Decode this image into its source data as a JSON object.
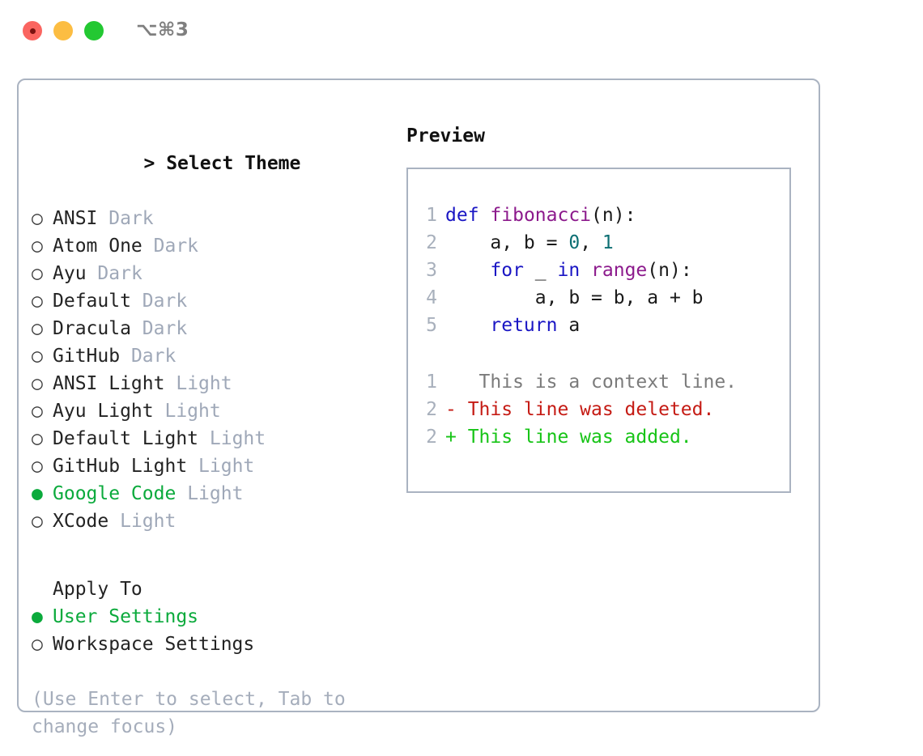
{
  "window": {
    "title": "⌥⌘3",
    "traffic_lights": [
      {
        "name": "close",
        "color": "#fa6560"
      },
      {
        "name": "minimize",
        "color": "#fcbd42"
      },
      {
        "name": "maximize",
        "color": "#23c832"
      }
    ]
  },
  "colors": {
    "panel_border": "#aab3c1",
    "selected_green": "#0baa3c",
    "muted": "#9fa8b8",
    "hint": "#a5adbb",
    "keyword": "#1a16c4",
    "function": "#8c1a8c",
    "number": "#0d6f73",
    "diff_context": "#7b7b7b",
    "diff_deleted": "#c51b14",
    "diff_added": "#17c417"
  },
  "theme_list": {
    "header": "> Select Theme",
    "header_caret": ">",
    "header_label": "Select Theme",
    "marker_selected": "●",
    "marker_unselected": "○",
    "items": [
      {
        "name": "ANSI",
        "type": "Dark",
        "selected": false
      },
      {
        "name": "Atom One",
        "type": "Dark",
        "selected": false
      },
      {
        "name": "Ayu",
        "type": "Dark",
        "selected": false
      },
      {
        "name": "Default",
        "type": "Dark",
        "selected": false
      },
      {
        "name": "Dracula",
        "type": "Dark",
        "selected": false
      },
      {
        "name": "GitHub",
        "type": "Dark",
        "selected": false
      },
      {
        "name": "ANSI Light",
        "type": "Light",
        "selected": false
      },
      {
        "name": "Ayu Light",
        "type": "Light",
        "selected": false
      },
      {
        "name": "Default Light",
        "type": "Light",
        "selected": false
      },
      {
        "name": "GitHub Light",
        "type": "Light",
        "selected": false
      },
      {
        "name": "Google Code",
        "type": "Light",
        "selected": true
      },
      {
        "name": "XCode",
        "type": "Light",
        "selected": false
      }
    ]
  },
  "apply_to": {
    "header": "Apply To",
    "items": [
      {
        "name": "User Settings",
        "selected": true
      },
      {
        "name": "Workspace Settings",
        "selected": false
      }
    ]
  },
  "hint": {
    "line1": "(Use Enter to select, Tab to",
    "line2": "change focus)"
  },
  "preview": {
    "title": "Preview",
    "code_lines": [
      {
        "num": "1",
        "tokens": [
          {
            "t": "def",
            "c": "kw"
          },
          {
            "t": " ",
            "c": "pl"
          },
          {
            "t": "fibonacci",
            "c": "fn"
          },
          {
            "t": "(n):",
            "c": "pl"
          }
        ]
      },
      {
        "num": "2",
        "tokens": [
          {
            "t": "    a, b = ",
            "c": "pl"
          },
          {
            "t": "0",
            "c": "num"
          },
          {
            "t": ", ",
            "c": "pl"
          },
          {
            "t": "1",
            "c": "num"
          }
        ]
      },
      {
        "num": "3",
        "tokens": [
          {
            "t": "    ",
            "c": "pl"
          },
          {
            "t": "for",
            "c": "kw"
          },
          {
            "t": " _ ",
            "c": "pl"
          },
          {
            "t": "in",
            "c": "kw"
          },
          {
            "t": " ",
            "c": "pl"
          },
          {
            "t": "range",
            "c": "fn"
          },
          {
            "t": "(n):",
            "c": "pl"
          }
        ]
      },
      {
        "num": "4",
        "tokens": [
          {
            "t": "        a, b = b, a + b",
            "c": "pl"
          }
        ]
      },
      {
        "num": "5",
        "tokens": [
          {
            "t": "    ",
            "c": "pl"
          },
          {
            "t": "return",
            "c": "kw"
          },
          {
            "t": " a",
            "c": "pl"
          }
        ]
      }
    ],
    "diff_lines": [
      {
        "num": "1",
        "sign": " ",
        "text": "  This is a context line.",
        "kind": "ctx"
      },
      {
        "num": "2",
        "sign": "-",
        "text": " This line was deleted.",
        "kind": "del"
      },
      {
        "num": "2",
        "sign": "+",
        "text": " This line was added.",
        "kind": "add"
      }
    ]
  }
}
